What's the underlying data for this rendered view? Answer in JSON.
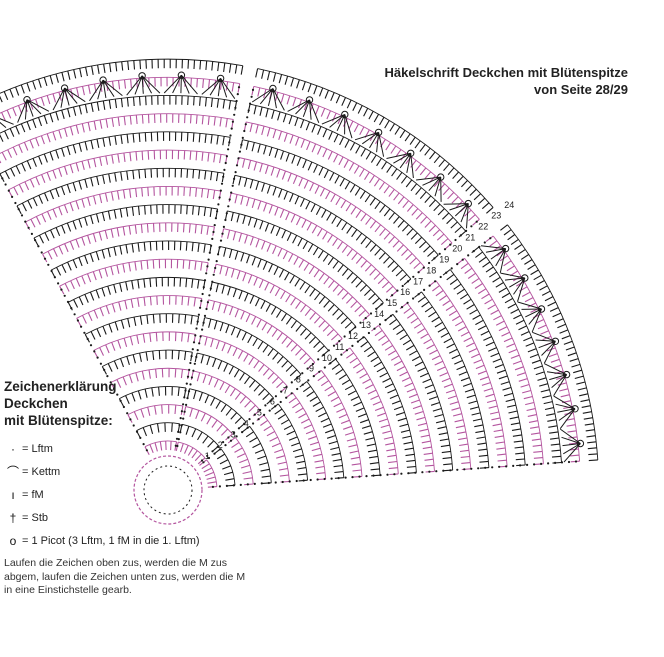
{
  "title": {
    "line1": "Häkelschrift Deckchen mit Blütenspitze",
    "line2": "von Seite 28/29"
  },
  "legend": {
    "heading1": "Zeichenerklärung",
    "heading2": "Deckchen",
    "heading3": "mit Blütenspitze:",
    "items": [
      {
        "icon": "dot",
        "symbol": "·",
        "label": "= Lftm"
      },
      {
        "icon": "arc",
        "symbol": "⌒",
        "label": "= Kettm"
      },
      {
        "icon": "bar",
        "symbol": "ı",
        "label": "= fM"
      },
      {
        "icon": "dagger",
        "symbol": "†",
        "label": "= Stb"
      },
      {
        "icon": "picot",
        "symbol": "o",
        "label": "= 1 Picot (3 Lftm, 1 fM in die 1. Lftm)"
      }
    ],
    "note": "Laufen die Zeichen oben zus, werden die M zus abgem, laufen die Zeichen unten zus, werden die M in eine Einstichstelle gearb."
  },
  "row_numbers": [
    "1",
    "2",
    "3",
    "4",
    "5",
    "6",
    "7",
    "8",
    "9",
    "10",
    "11",
    "12",
    "13",
    "14",
    "15",
    "16",
    "17",
    "18",
    "19",
    "20",
    "21",
    "22",
    "23",
    "24"
  ],
  "colors": {
    "black": "#1a1a1a",
    "pink": "#b4559f",
    "text": "#222222"
  }
}
